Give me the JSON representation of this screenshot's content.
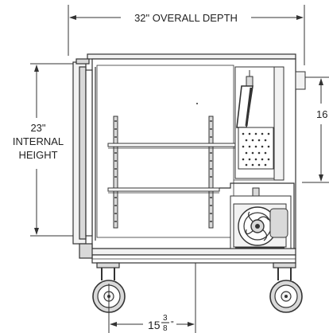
{
  "colors": {
    "line": "#333333",
    "light_line": "#777777",
    "fill_light": "#f2f2f2",
    "fill_mid": "#d9d9d9",
    "text": "#222222"
  },
  "dimensions": {
    "overall_depth": "32\" OVERALL DEPTH",
    "internal_height_value": "23\"",
    "internal_height_line1": "INTERNAL",
    "internal_height_line2": "HEIGHT",
    "right_partial_value": "16",
    "bottom_whole": "15",
    "bottom_frac_num": "3",
    "bottom_frac_den": "8",
    "bottom_unit": "\""
  },
  "icons": {
    "caster_left": "caster-wheel-icon",
    "caster_right": "caster-wheel-icon",
    "compressor": "compressor-fan-icon"
  }
}
